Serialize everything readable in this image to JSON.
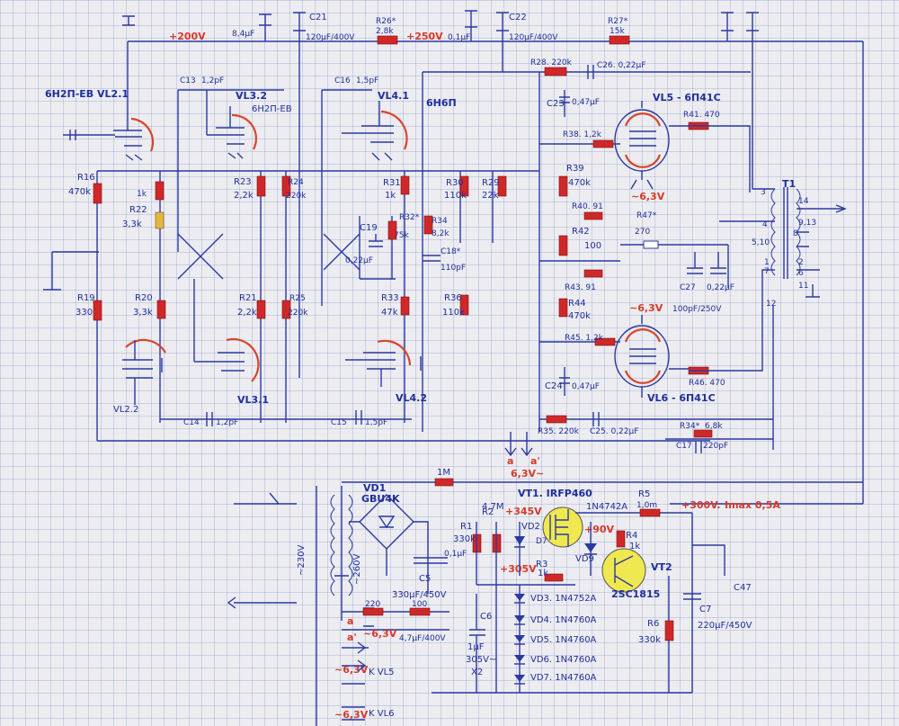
{
  "rails": {
    "v200": "+200V",
    "v250": "+250V",
    "v300": "+300V.",
    "v345": "+345V",
    "v305": "+305V",
    "v90": "+90V",
    "imax": "Imax 0,5A",
    "ac": "6,3V~",
    "heater_a": "a",
    "heater_a2": "a'",
    "heater_v": "~6,3V",
    "heater_v2": "~6,3V"
  },
  "tubes": {
    "vl21": "6Н2П-ЕВ VL2.1",
    "vl22": "VL2.2",
    "vl32": "VL3.2",
    "vl32type": "6Н2П-ЕВ",
    "vl31": "VL3.1",
    "vl41": "VL4.1",
    "vl41type": "6Н6П",
    "vl42": "VL4.2",
    "vl5": "VL5 - 6П41С",
    "vl6": "VL6 - 6П41С",
    "vl5heat": "~6,3V",
    "vl6heat": "~6,3V"
  },
  "caps": {
    "top1": "8,4µF",
    "c21": "C21",
    "c21v": "120µF/400V",
    "top2": "0,1µF",
    "c22": "C22",
    "c22v": "120µF/400V",
    "c13": "C13",
    "c13v": "1,2pF",
    "c16": "C16",
    "c16v": "1,5pF",
    "c14": "C14",
    "c14v": "1,2pF",
    "c15": "C15",
    "c15v": "1,5pF",
    "c19": "C19",
    "c19v": "0,22µF",
    "c18": "C18*",
    "c18v": "110pF",
    "c23": "C23",
    "c23v": "0,47µF",
    "c24": "C24",
    "c24v": "0,47µF",
    "c26": "C26. 0,22µF",
    "c25": "C25. 0,22µF",
    "c27": "C27",
    "c27v": "100pF/250V",
    "c27b": "0,22µF",
    "c17": "C17",
    "c17v": "220pF",
    "c5": "C5",
    "c5v": "330µF/450V",
    "c4": "0,1µF",
    "c6": "C6",
    "c6v": "1µF",
    "c6v2": "305V~",
    "c6v3": "X2",
    "c7": "C7",
    "c7v": "220µF/450V",
    "c47": "C47",
    "c4700": "4,7µF/400V"
  },
  "resistors": {
    "r26": "R26*",
    "r26v": "2,8k",
    "r27": "R27*",
    "r27v": "15k",
    "r28": "R28. 220k",
    "r16": "R16",
    "r16v": "470k",
    "r22": "R22",
    "r22v": "3,3k",
    "r22t": "1k",
    "r23": "R23",
    "r23v": "2,2k",
    "r24": "R24",
    "r24v": "220k",
    "r19": "R19",
    "r19v": "330",
    "r20": "R20",
    "r20v": "3,3k",
    "r21": "R21",
    "r21v": "2,2k",
    "r25": "R25",
    "r25v": "220k",
    "r31": "R31",
    "r31v": "1k",
    "r32": "R32*",
    "r32v": "75k",
    "r34": "R34",
    "r34v": "8,2k",
    "r33": "R33",
    "r33v": "47k",
    "r30": "R30",
    "r30v": "110k",
    "r29": "R29",
    "r29v": "22k",
    "r36": "R36",
    "r36v": "110k",
    "r38": "R38. 1,2k",
    "r39": "R39",
    "r39v": "470k",
    "r40": "R40. 91",
    "r42": "R42",
    "r42v": "100",
    "r43": "R43. 91",
    "r44": "R44",
    "r44v": "470k",
    "r45": "R45. 1,2k",
    "r41": "R41. 470",
    "r46": "R46. 470",
    "r47": "R47*",
    "r47v": "270",
    "r35": "R35. 220k",
    "r34b": "R34*",
    "r34bv": "6,8k",
    "r1m": "1M",
    "r1": "R1",
    "r1v": "330k",
    "r2": "R2",
    "r2v": "4,7M",
    "r3": "R3",
    "r3v": "1k",
    "r4": "R4",
    "r4v": "1k",
    "r5": "R5",
    "r5v": "1,0m",
    "r6": "R6",
    "r6v": "330k",
    "r220": "220",
    "r100": "100"
  },
  "transformer": {
    "t1": "T1",
    "p230": "~230V",
    "p260": "~260V",
    "pins": [
      "14",
      "3",
      "4",
      "5,10",
      "9,13",
      "2",
      "6",
      "1",
      "7",
      "11",
      "8",
      "12"
    ]
  },
  "psu": {
    "vd1": "VD1",
    "vd1v": "GBU4K",
    "vt1": "VT1. IRFP460",
    "vt2": "VT2",
    "vt2v": "2SC1815",
    "d1": "1N4742A",
    "vd2": "VD2",
    "vd2v": "D7",
    "vd9": "VD9",
    "vd3": "VD3. 1N4752A",
    "vd4": "VD4. 1N4760A",
    "vd5": "VD5. 1N4760A",
    "vd6": "VD6. 1N4760A",
    "vd7": "VD7. 1N4760A",
    "k_vl5": "K VL5",
    "k_vl6": "K VL6"
  }
}
